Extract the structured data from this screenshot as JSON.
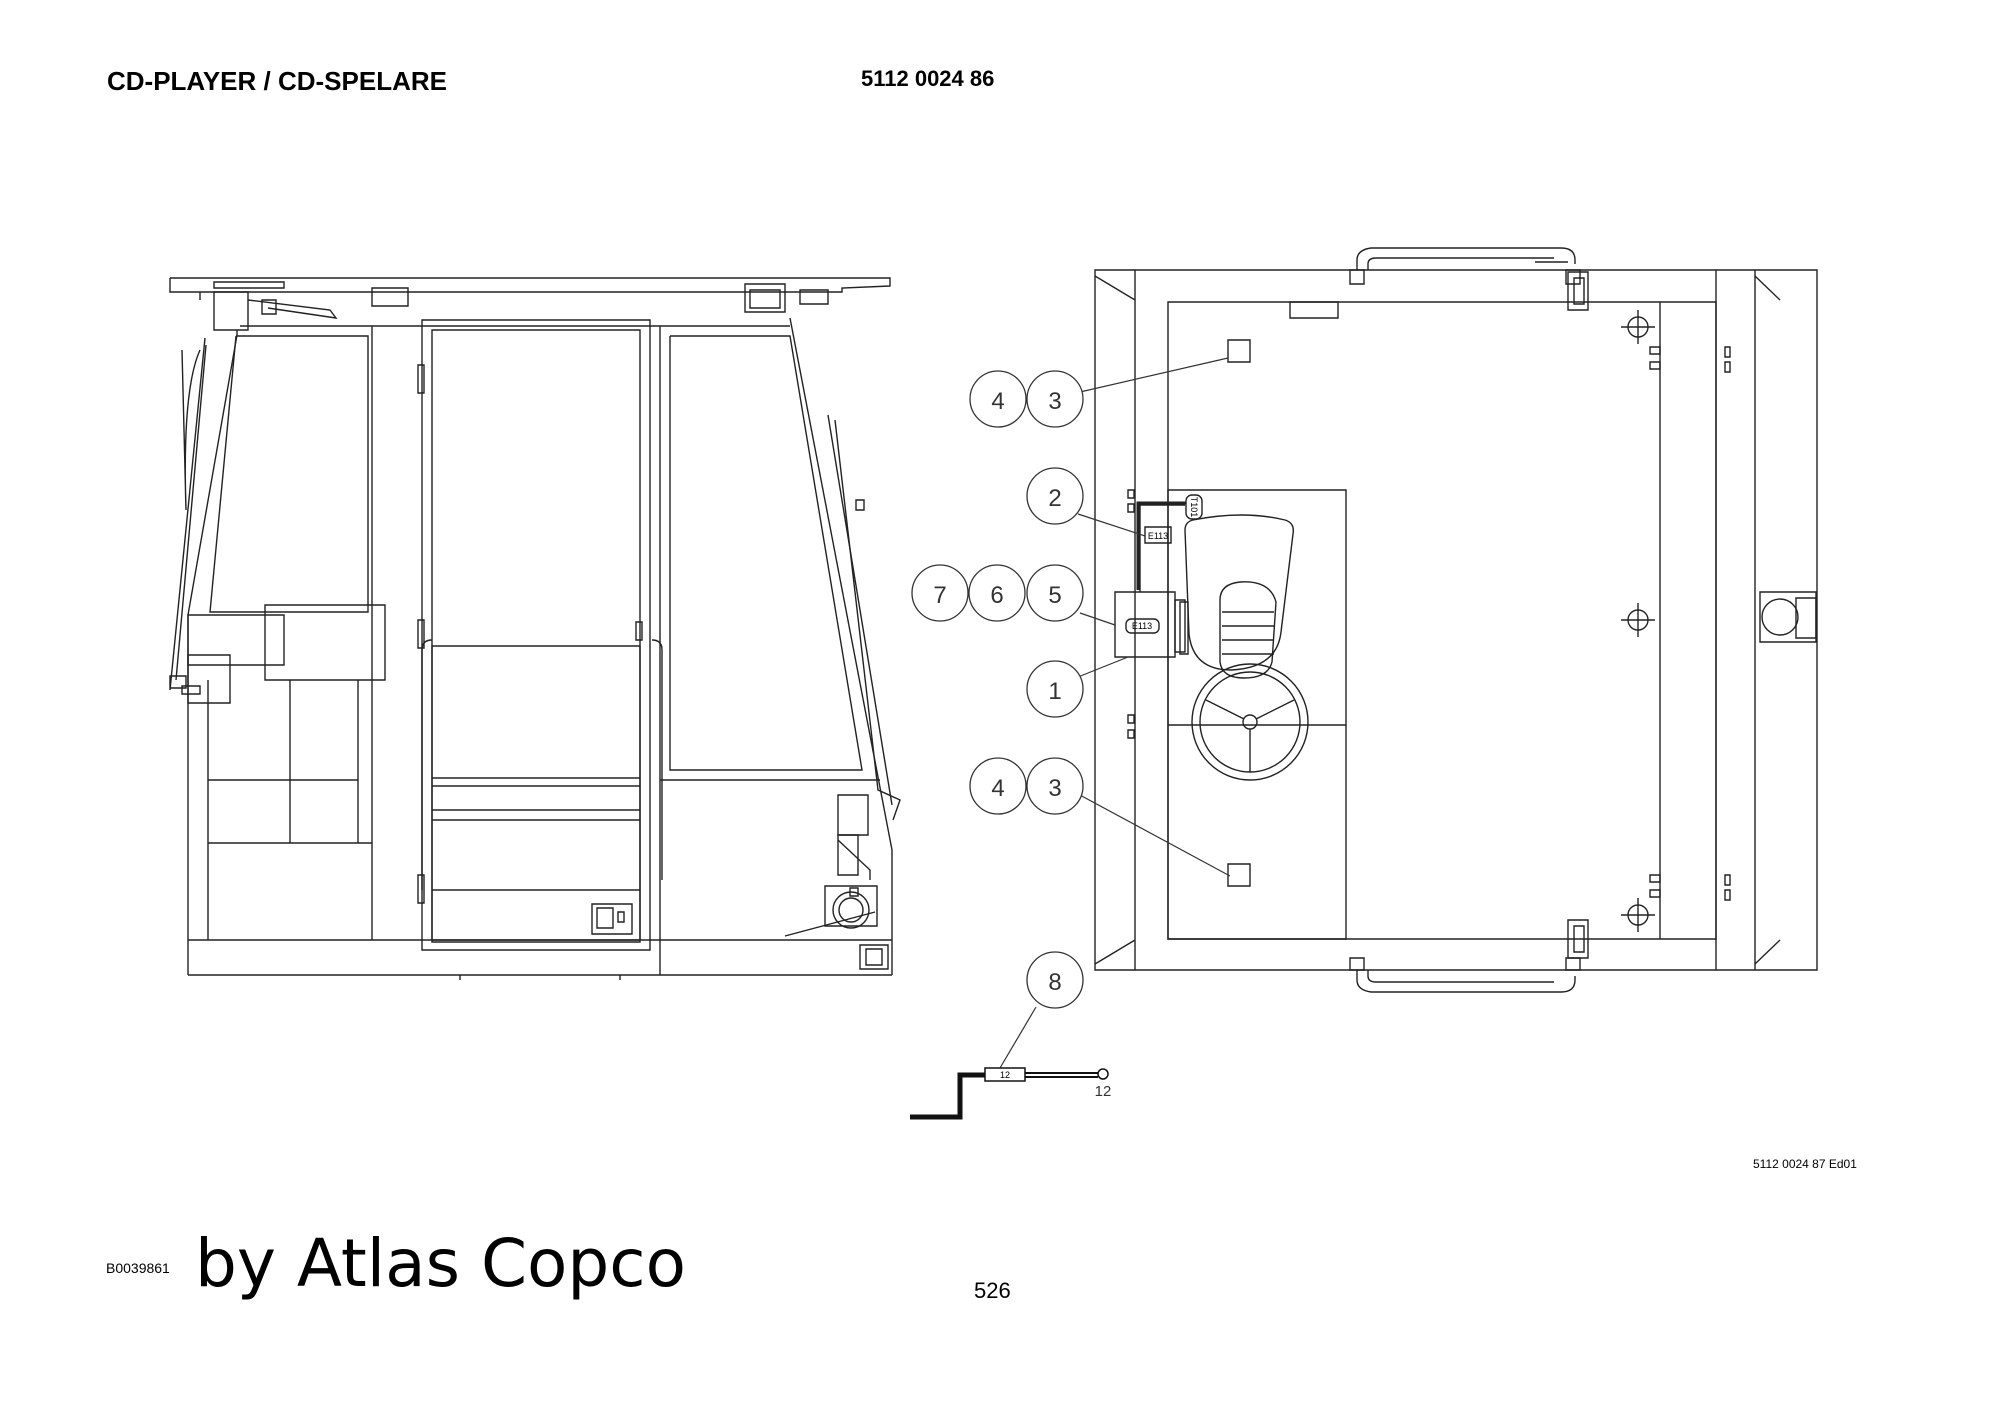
{
  "header": {
    "title": "CD-PLAYER / CD-SPELARE",
    "part_number": "5112 0024 86"
  },
  "drawing": {
    "drawing_number": "5112 0024 87 Ed01",
    "callouts": [
      "1",
      "2",
      "3",
      "3",
      "4",
      "4",
      "5",
      "6",
      "7",
      "8"
    ],
    "tags": {
      "unit_tag": "E113",
      "cable_tag": "E113",
      "cable_tag_2": "T101",
      "wire_label": "12",
      "wire_label_2": "12"
    }
  },
  "footer": {
    "doc_id": "B0039861",
    "brand": "by Atlas Copco",
    "page_number": "526"
  }
}
